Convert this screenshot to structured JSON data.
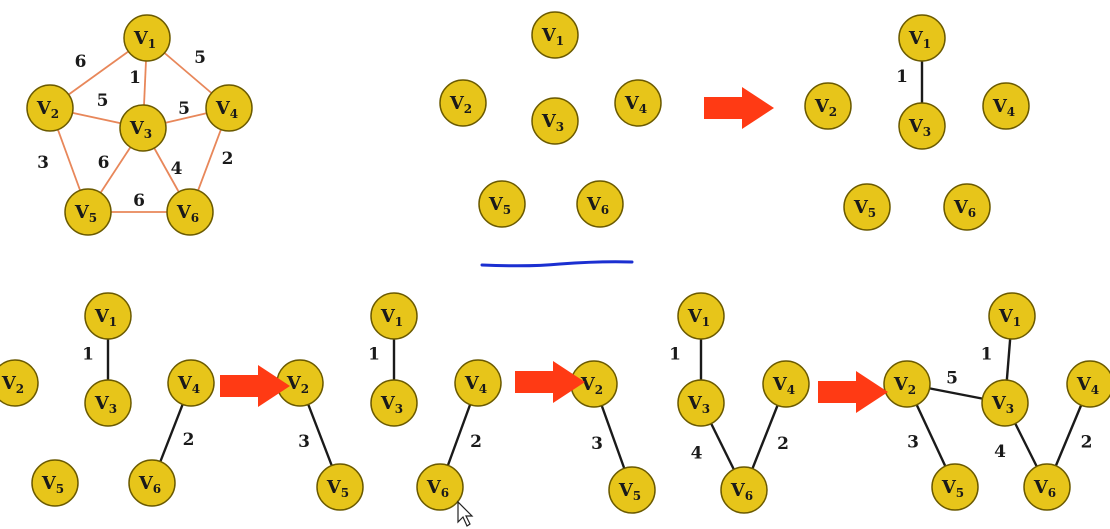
{
  "colors": {
    "node_fill": "#e7c51a",
    "node_stroke": "#6b5a00",
    "orig_edge": "#e8875a",
    "tree_edge": "#1a1a1a",
    "arrow": "#ff3a14",
    "underline": "#1b2fd1"
  },
  "node_label": "V",
  "cursor_icon": "mouse-pointer-icon",
  "panels": [
    {
      "id": "original-graph",
      "edge_style": "orig",
      "nodes": [
        {
          "id": "1",
          "sub": "1"
        },
        {
          "id": "2",
          "sub": "2"
        },
        {
          "id": "3",
          "sub": "3"
        },
        {
          "id": "4",
          "sub": "4"
        },
        {
          "id": "5",
          "sub": "5"
        },
        {
          "id": "6",
          "sub": "6"
        }
      ],
      "edges": [
        {
          "a": "1",
          "b": "2",
          "w": "6"
        },
        {
          "a": "1",
          "b": "3",
          "w": "1"
        },
        {
          "a": "1",
          "b": "4",
          "w": "5"
        },
        {
          "a": "2",
          "b": "3",
          "w": "5"
        },
        {
          "a": "3",
          "b": "4",
          "w": "5"
        },
        {
          "a": "2",
          "b": "5",
          "w": "3"
        },
        {
          "a": "3",
          "b": "5",
          "w": "6"
        },
        {
          "a": "3",
          "b": "6",
          "w": "4"
        },
        {
          "a": "4",
          "b": "6",
          "w": "2"
        },
        {
          "a": "5",
          "b": "6",
          "w": "6"
        }
      ]
    },
    {
      "id": "step-0",
      "edge_style": "tree",
      "nodes": [
        {
          "id": "1",
          "sub": "1"
        },
        {
          "id": "2",
          "sub": "2"
        },
        {
          "id": "3",
          "sub": "3"
        },
        {
          "id": "4",
          "sub": "4"
        },
        {
          "id": "5",
          "sub": "5"
        },
        {
          "id": "6",
          "sub": "6"
        }
      ],
      "edges": []
    },
    {
      "id": "step-1",
      "edge_style": "tree",
      "nodes": [
        {
          "id": "1",
          "sub": "1"
        },
        {
          "id": "2",
          "sub": "2"
        },
        {
          "id": "3",
          "sub": "3"
        },
        {
          "id": "4",
          "sub": "4"
        },
        {
          "id": "5",
          "sub": "5"
        },
        {
          "id": "6",
          "sub": "6"
        }
      ],
      "edges": [
        {
          "a": "1",
          "b": "3",
          "w": "1"
        }
      ]
    },
    {
      "id": "step-2",
      "edge_style": "tree",
      "nodes": [
        {
          "id": "1",
          "sub": "1"
        },
        {
          "id": "2",
          "sub": "2"
        },
        {
          "id": "3",
          "sub": "3"
        },
        {
          "id": "4",
          "sub": "4"
        },
        {
          "id": "5",
          "sub": "5"
        },
        {
          "id": "6",
          "sub": "6"
        }
      ],
      "edges": [
        {
          "a": "1",
          "b": "3",
          "w": "1"
        },
        {
          "a": "4",
          "b": "6",
          "w": "2"
        }
      ]
    },
    {
      "id": "step-3",
      "edge_style": "tree",
      "nodes": [
        {
          "id": "1",
          "sub": "1"
        },
        {
          "id": "2",
          "sub": "2"
        },
        {
          "id": "3",
          "sub": "3"
        },
        {
          "id": "4",
          "sub": "4"
        },
        {
          "id": "5",
          "sub": "5"
        },
        {
          "id": "6",
          "sub": "6"
        }
      ],
      "edges": [
        {
          "a": "1",
          "b": "3",
          "w": "1"
        },
        {
          "a": "4",
          "b": "6",
          "w": "2"
        },
        {
          "a": "2",
          "b": "5",
          "w": "3"
        }
      ]
    },
    {
      "id": "step-4",
      "edge_style": "tree",
      "nodes": [
        {
          "id": "1",
          "sub": "1"
        },
        {
          "id": "2",
          "sub": "2"
        },
        {
          "id": "3",
          "sub": "3"
        },
        {
          "id": "4",
          "sub": "4"
        },
        {
          "id": "5",
          "sub": "5"
        },
        {
          "id": "6",
          "sub": "6"
        }
      ],
      "edges": [
        {
          "a": "1",
          "b": "3",
          "w": "1"
        },
        {
          "a": "4",
          "b": "6",
          "w": "2"
        },
        {
          "a": "2",
          "b": "5",
          "w": "3"
        },
        {
          "a": "3",
          "b": "6",
          "w": "4"
        }
      ]
    },
    {
      "id": "step-5",
      "edge_style": "tree",
      "nodes": [
        {
          "id": "1",
          "sub": "1"
        },
        {
          "id": "2",
          "sub": "2"
        },
        {
          "id": "3",
          "sub": "3"
        },
        {
          "id": "4",
          "sub": "4"
        },
        {
          "id": "5",
          "sub": "5"
        },
        {
          "id": "6",
          "sub": "6"
        }
      ],
      "edges": [
        {
          "a": "1",
          "b": "3",
          "w": "1"
        },
        {
          "a": "4",
          "b": "6",
          "w": "2"
        },
        {
          "a": "2",
          "b": "5",
          "w": "3"
        },
        {
          "a": "3",
          "b": "6",
          "w": "4"
        },
        {
          "a": "2",
          "b": "3",
          "w": "5"
        }
      ]
    }
  ]
}
